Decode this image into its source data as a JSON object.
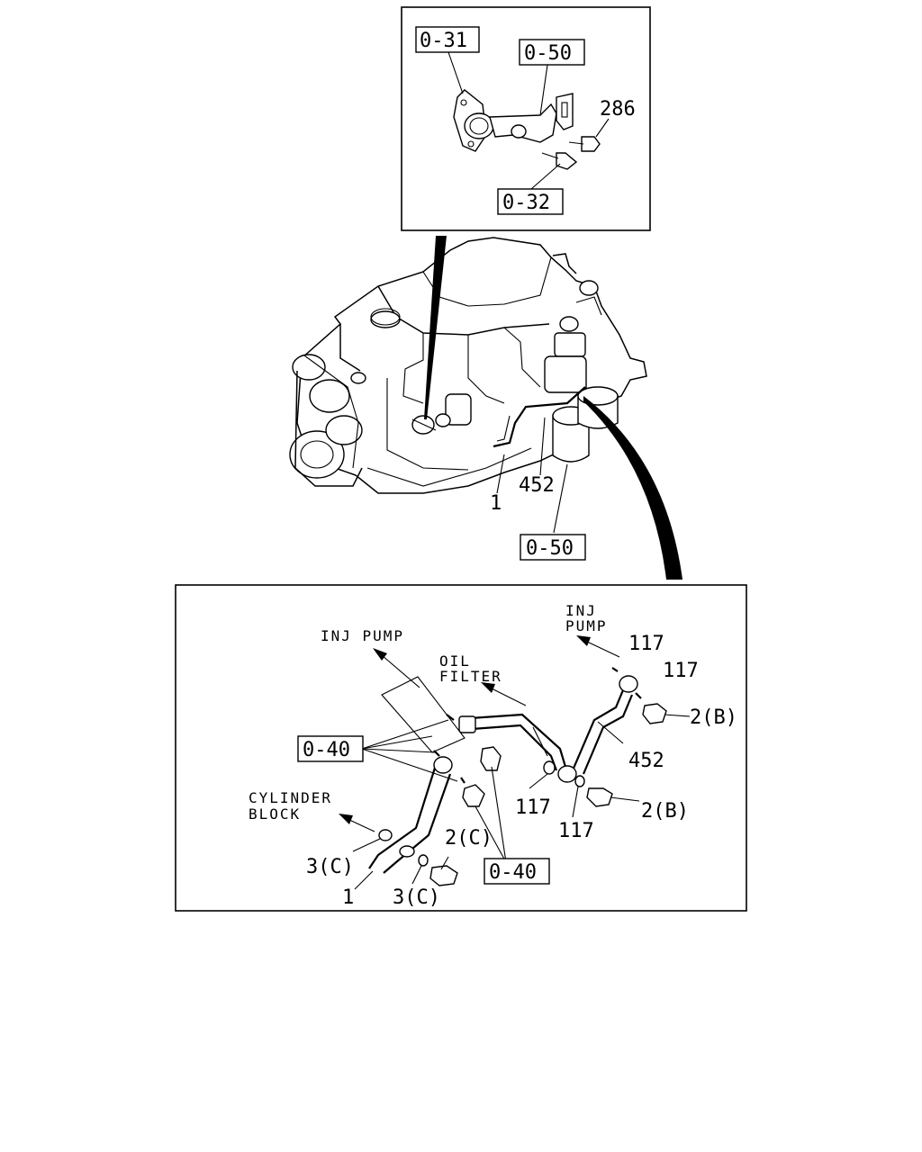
{
  "top_inset": {
    "refs": [
      "0-31",
      "0-50",
      "0-32"
    ],
    "part": "286"
  },
  "main_view": {
    "parts": [
      "1",
      "452"
    ],
    "ref": "0-50"
  },
  "bottom_inset": {
    "notes": {
      "inj_pump_left": "INJ PUMP",
      "oil_filter_1": "OIL",
      "oil_filter_2": "FILTER",
      "inj_pump_right_1": "INJ",
      "inj_pump_right_2": "PUMP",
      "cyl_block_1": "CYLINDER",
      "cyl_block_2": "BLOCK"
    },
    "refs": [
      "0-40",
      "0-40"
    ],
    "parts": {
      "p117_a": "117",
      "p117_b": "117",
      "p117_c": "117",
      "p117_d": "117",
      "p2b_a": "2(B)",
      "p2b_b": "2(B)",
      "p452": "452",
      "p2c": "2(C)",
      "p3c_a": "3(C)",
      "p3c_b": "3(C)",
      "p1": "1"
    }
  }
}
